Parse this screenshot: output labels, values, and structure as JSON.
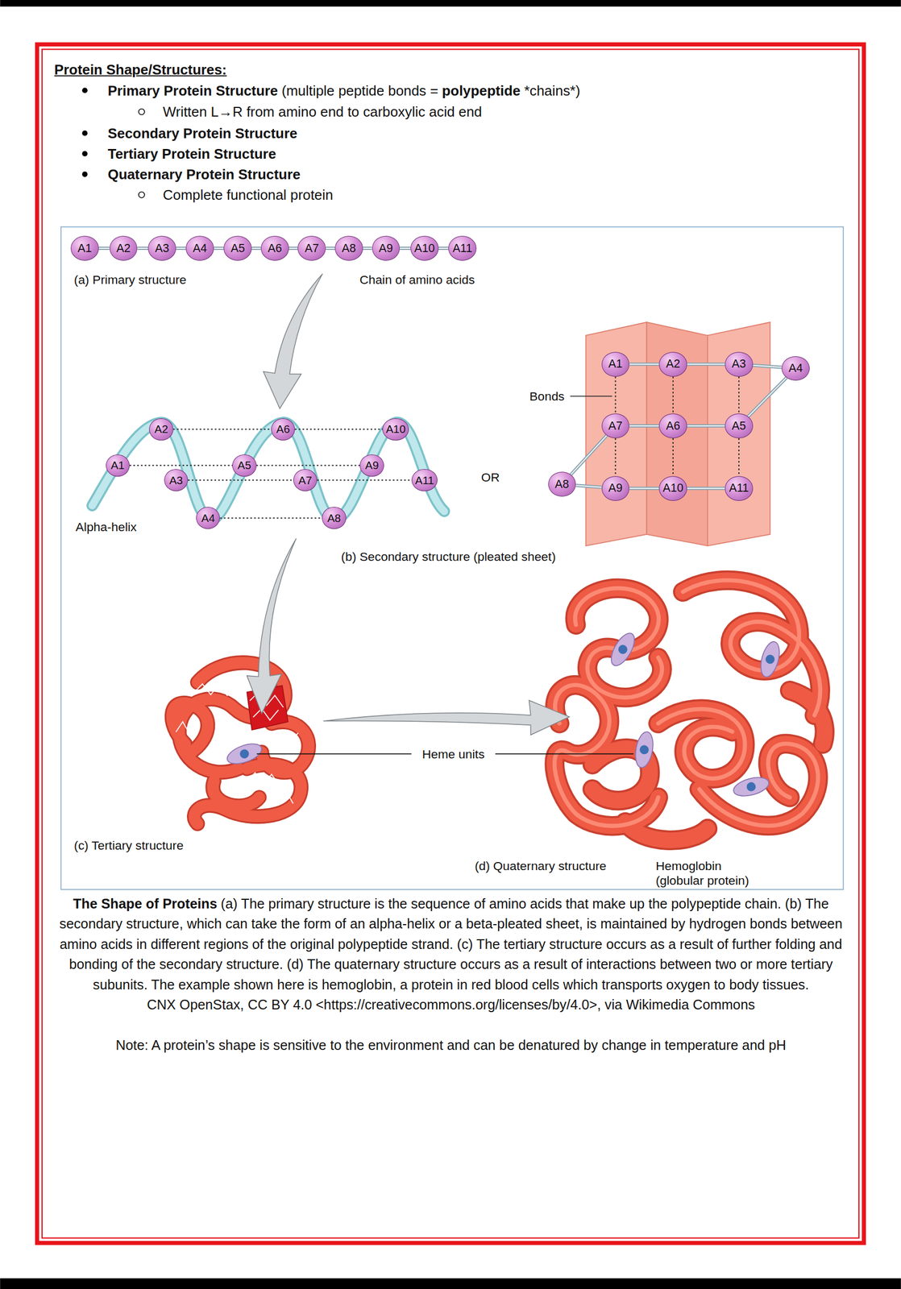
{
  "diagram": {
    "title": "Protein Shape/Structures:",
    "caption": "(a) The primary structure is the sequence of amino acids that make up the polypeptide chain. (b) The secondary structure, which can take the form of an alpha-helix or a beta-pleated sheet, is maintained by hydrogen bonds between amino acids in different regions of the original polypeptide strand. (c) The tertiary structure occurs as a result of further folding and bonding of the secondary structure. (d) The quaternary structure occurs as a result of interactions between two or more tertiary subunits. The example shown here is hemoglobin, a protein in red blood cells which transports oxygen to body tissues.",
    "nodes": [
      {
        "text": [
          "A1"
        ]
      },
      {
        "text": [
          "A2"
        ]
      },
      {
        "text": [
          "A3"
        ]
      },
      {
        "text": [
          "A4"
        ]
      },
      {
        "text": [
          "A5"
        ]
      },
      {
        "text": [
          "A6"
        ]
      },
      {
        "text": [
          "A7"
        ]
      },
      {
        "text": [
          "A8"
        ]
      },
      {
        "text": [
          "A9"
        ]
      },
      {
        "text": [
          "A10"
        ]
      },
      {
        "text": [
          "A11"
        ]
      },
      {
        "text": [
          "A1"
        ]
      },
      {
        "text": [
          "A2"
        ]
      },
      {
        "text": [
          "A3"
        ]
      },
      {
        "text": [
          "A4"
        ]
      },
      {
        "text": [
          "A5"
        ]
      },
      {
        "text": [
          "A6"
        ]
      },
      {
        "text": [
          "A7"
        ]
      },
      {
        "text": [
          "A8"
        ]
      },
      {
        "text": [
          "A9"
        ]
      },
      {
        "text": [
          "A10"
        ]
      },
      {
        "text": [
          "A11"
        ]
      },
      {
        "text": [
          "A1"
        ]
      },
      {
        "text": [
          "A2"
        ]
      },
      {
        "text": [
          "A3"
        ]
      },
      {
        "text": [
          "A4"
        ]
      },
      {
        "text": [
          "A5"
        ]
      },
      {
        "text": [
          "A6"
        ]
      },
      {
        "text": [
          "A7"
        ]
      },
      {
        "text": [
          "A8"
        ]
      },
      {
        "text": [
          "A9"
        ]
      },
      {
        "text": [
          "A10"
        ]
      },
      {
        "text": [
          "A11"
        ]
      }
    ],
    "edges": [
      {
        "from": 0,
        "to": 1,
        "arrow": "none"
      },
      {
        "from": 1,
        "to": 2,
        "arrow": "none"
      },
      {
        "from": 2,
        "to": 3,
        "arrow": "none"
      },
      {
        "from": 3,
        "to": 4,
        "arrow": "none"
      },
      {
        "from": 4,
        "to": 5,
        "arrow": "none"
      },
      {
        "from": 5,
        "to": 6,
        "arrow": "none"
      },
      {
        "from": 6,
        "to": 7,
        "arrow": "none"
      },
      {
        "from": 7,
        "to": 8,
        "arrow": "none"
      },
      {
        "from": 8,
        "to": 9,
        "arrow": "none"
      },
      {
        "from": 9,
        "to": 10,
        "arrow": "none"
      },
      {
        "from": 12,
        "to": 16,
        "arrow": "none"
      },
      {
        "from": 16,
        "to": 20,
        "arrow": "none"
      },
      {
        "from": 11,
        "to": 15,
        "arrow": "none"
      },
      {
        "from": 15,
        "to": 19,
        "arrow": "none"
      },
      {
        "from": 13,
        "to": 17,
        "arrow": "none"
      },
      {
        "from": 17,
        "to": 21,
        "arrow": "none"
      },
      {
        "from": 14,
        "to": 18,
        "arrow": "none"
      },
      {
        "from": 22,
        "to": 23,
        "arrow": "none"
      },
      {
        "from": 23,
        "to": 24,
        "arrow": "none"
      },
      {
        "from": 24,
        "to": 25,
        "arrow": "none"
      },
      {
        "from": 25,
        "to": 26,
        "arrow": "none"
      },
      {
        "from": 26,
        "to": 27,
        "arrow": "none"
      },
      {
        "from": 27,
        "to": 28,
        "arrow": "none"
      },
      {
        "from": 28,
        "to": 29,
        "arrow": "none"
      },
      {
        "from": 29,
        "to": 30,
        "arrow": "none"
      },
      {
        "from": 30,
        "to": 31,
        "arrow": "none"
      },
      {
        "from": 31,
        "to": 32,
        "arrow": "none"
      },
      {
        "from": 22,
        "to": 28,
        "arrow": "none"
      },
      {
        "from": 28,
        "to": 30,
        "arrow": "none"
      },
      {
        "from": 23,
        "to": 27,
        "arrow": "none"
      },
      {
        "from": 27,
        "to": 31,
        "arrow": "none"
      },
      {
        "from": 24,
        "to": 26,
        "arrow": "none"
      },
      {
        "from": 26,
        "to": 32,
        "arrow": "none"
      }
    ],
    "labels": [
      "Primary Protein Structure",
      "(multiple peptide bonds =",
      "polypeptide",
      "*chains*)",
      "Written L→R from amino end to carboxylic acid end",
      "Secondary Protein Structure",
      "Tertiary Protein Structure",
      "Quaternary Protein Structure",
      "Complete functional protein",
      "(a) Primary structure",
      "Chain of amino acids",
      "Alpha-helix",
      "OR",
      "Bonds",
      "(b) Secondary structure (pleated sheet)",
      "Heme units",
      "(c) Tertiary structure",
      "(d) Quaternary structure",
      "Hemoglobin",
      "(globular protein)",
      "The Shape of Proteins",
      "CNX OpenStax, CC BY 4.0 <https://creativecommons.org/licenses/by/4.0>, via Wikimedia Commons",
      "Note: A protein’s shape is sensitive to the environment and can be denatured by change in temperature and pH"
    ]
  }
}
